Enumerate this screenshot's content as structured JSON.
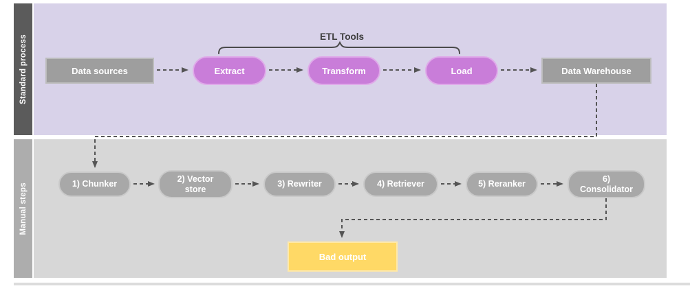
{
  "colors": {
    "lane1_strip": "#5b5b5b",
    "lane1_bg": "#d8d2e9",
    "lane2_strip": "#adadad",
    "lane2_bg": "#d7d7d7",
    "purple_node": "#c97dd9",
    "purple_node_border": "#dfaae9",
    "gray_node": "#9e9e9e",
    "gray_node_border": "#bcbcbc",
    "gray_pill": "#a8a8a8",
    "gray_pill_border": "#c9c9c9",
    "yellow_node": "#ffd966",
    "yellow_node_border": "#ffe9a8",
    "connector": "#545454",
    "node_text": "#ffffff",
    "annotation_text": "#3d3d3d"
  },
  "lanes": {
    "standard": {
      "label": "Standard process"
    },
    "manual": {
      "label": "Manual steps"
    }
  },
  "annotation": {
    "etl_tools": "ETL Tools"
  },
  "standard_process": {
    "data_sources": "Data sources",
    "extract": "Extract",
    "transform": "Transform",
    "load": "Load",
    "data_warehouse": "Data Warehouse"
  },
  "manual_steps": {
    "chunker": "1) Chunker",
    "vector_store": "2) Vector store",
    "rewriter": "3) Rewriter",
    "retriever": "4) Retriever",
    "reranker": "5) Reranker",
    "consolidator": "6) Consolidator",
    "bad_output": "Bad output"
  }
}
